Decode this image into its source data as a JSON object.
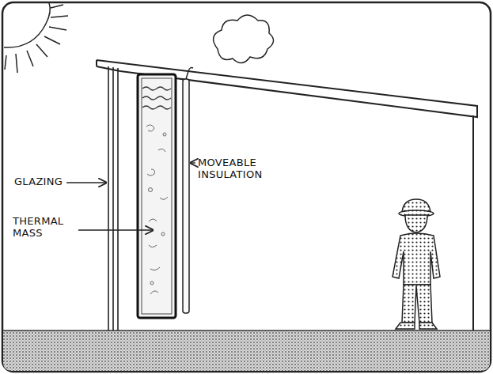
{
  "diagram": {
    "labels": [
      "GLAZING",
      "MOVEABLE INSULATION",
      "THERMAL MASS"
    ]
  }
}
